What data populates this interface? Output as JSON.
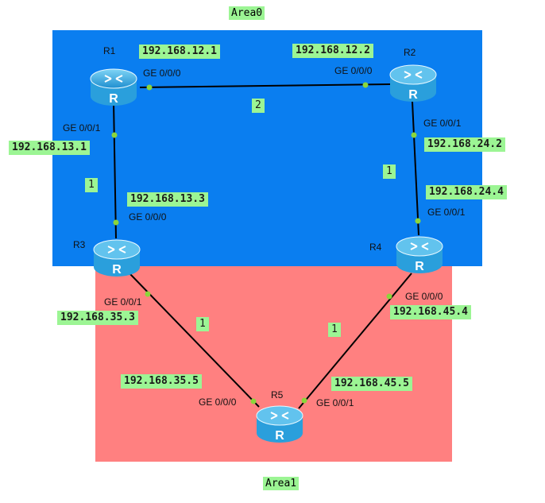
{
  "colors": {
    "area0": "#0a7ef0",
    "area1": "#ff8080",
    "label_bg": "#9cf594",
    "link": "#000000",
    "dot": "#8bd63a"
  },
  "areas": {
    "area0": "Area0",
    "area1": "Area1"
  },
  "routers": {
    "r1": "R1",
    "r2": "R2",
    "r3": "R3",
    "r4": "R4",
    "r5": "R5"
  },
  "router_glyph": "R",
  "ips": {
    "r1_r2_r1": "192.168.12.1",
    "r1_r2_r2": "192.168.12.2",
    "r1_r3_r1": "192.168.13.1",
    "r1_r3_r3": "192.168.13.3",
    "r2_r4_r2": "192.168.24.2",
    "r2_r4_r4": "192.168.24.4",
    "r3_r5_r3": "192.168.35.3",
    "r3_r5_r5": "192.168.35.5",
    "r4_r5_r4": "192.168.45.4",
    "r4_r5_r5": "192.168.45.5"
  },
  "ports": {
    "r1_ge000": "GE 0/0/0",
    "r2_ge000": "GE 0/0/0",
    "r1_ge001": "GE 0/0/1",
    "r3_ge000": "GE 0/0/0",
    "r2_ge001": "GE 0/0/1",
    "r4_ge001": "GE 0/0/1",
    "r3_ge001": "GE 0/0/1",
    "r4_ge000": "GE 0/0/0",
    "r5_ge000": "GE 0/0/0",
    "r5_ge001": "GE 0/0/1"
  },
  "costs": {
    "r1_r2": "2",
    "r1_r3": "1",
    "r2_r4": "1",
    "r3_r5": "1",
    "r4_r5": "1"
  }
}
